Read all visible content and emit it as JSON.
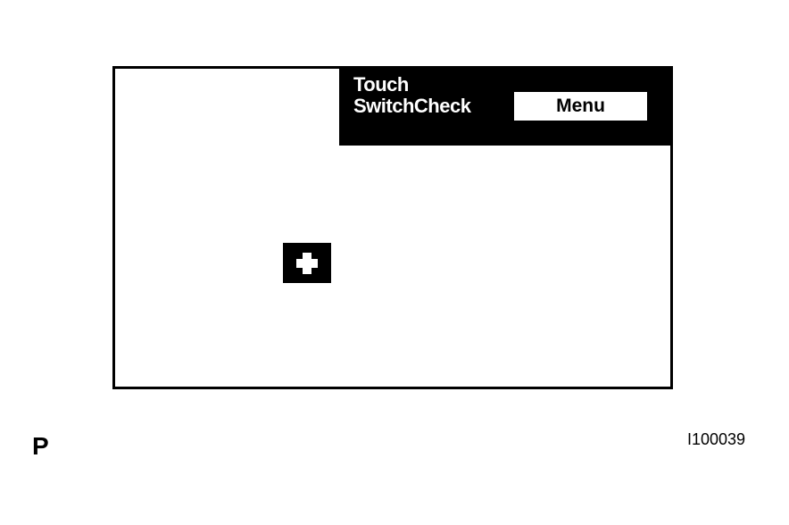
{
  "screen": {
    "title_line1": "Touch",
    "title_line2": "SwitchCheck",
    "menu_label": "Menu",
    "target_icon": "plus-icon"
  },
  "figure": {
    "corner_label": "P",
    "figure_id": "I100039"
  },
  "colors": {
    "foreground": "#000000",
    "background": "#ffffff"
  }
}
